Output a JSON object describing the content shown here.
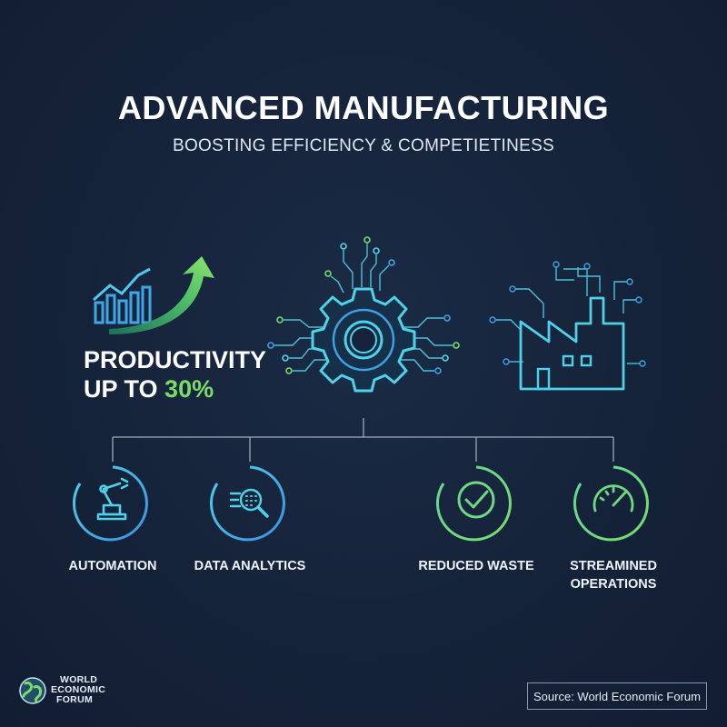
{
  "header": {
    "title": "ADVANCED MANUFACTURING",
    "subtitle": "BOOSTING EFFICIENCY & COMPETIETINESS"
  },
  "productivity": {
    "line1": "PRODUCTIVITY",
    "line2_prefix": "UP TO",
    "line2_value": "30%"
  },
  "features": [
    {
      "label": "AUTOMATION",
      "icon": "robot-arm-icon"
    },
    {
      "label": "DATA ANALYTICS",
      "icon": "data-search-icon"
    },
    {
      "label": "REDUCED WASTE",
      "icon": "check-circle-icon"
    },
    {
      "label_line1": "STREAMINED",
      "label_line2": "OPERATIONS",
      "icon": "speedometer-icon"
    }
  ],
  "logo": {
    "line1": "WORLD",
    "line2": "ECONOMIC",
    "line3": "FORUM"
  },
  "source": "Source: World Economic Forum",
  "colors": {
    "background": "#15233a",
    "cyan": "#4fd2e8",
    "blue": "#3ea0e0",
    "green": "#7bdc6a"
  }
}
